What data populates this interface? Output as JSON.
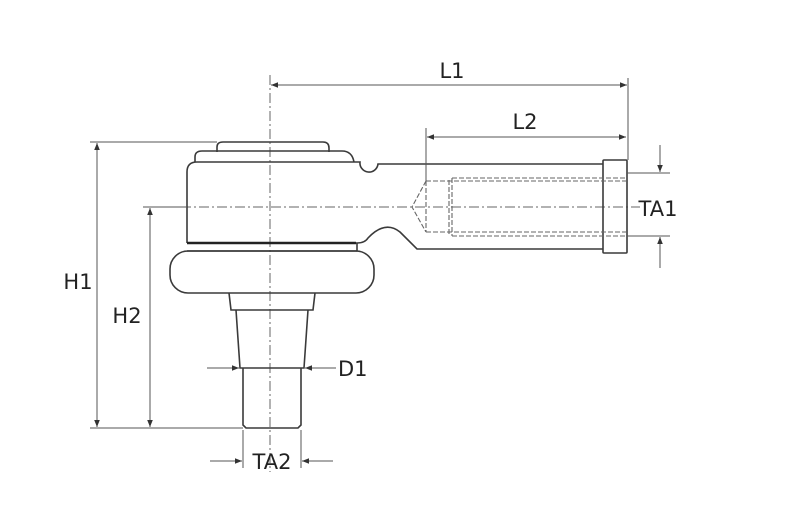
{
  "title": "Tie rod end dimension drawing",
  "dimensions": {
    "L1": "L1",
    "L2": "L2",
    "H1": "H1",
    "H2": "H2",
    "TA1": "TA1",
    "TA2": "TA2",
    "D1": "D1"
  },
  "colors": {
    "line": "#3a3a3a",
    "background": "#ffffff"
  }
}
